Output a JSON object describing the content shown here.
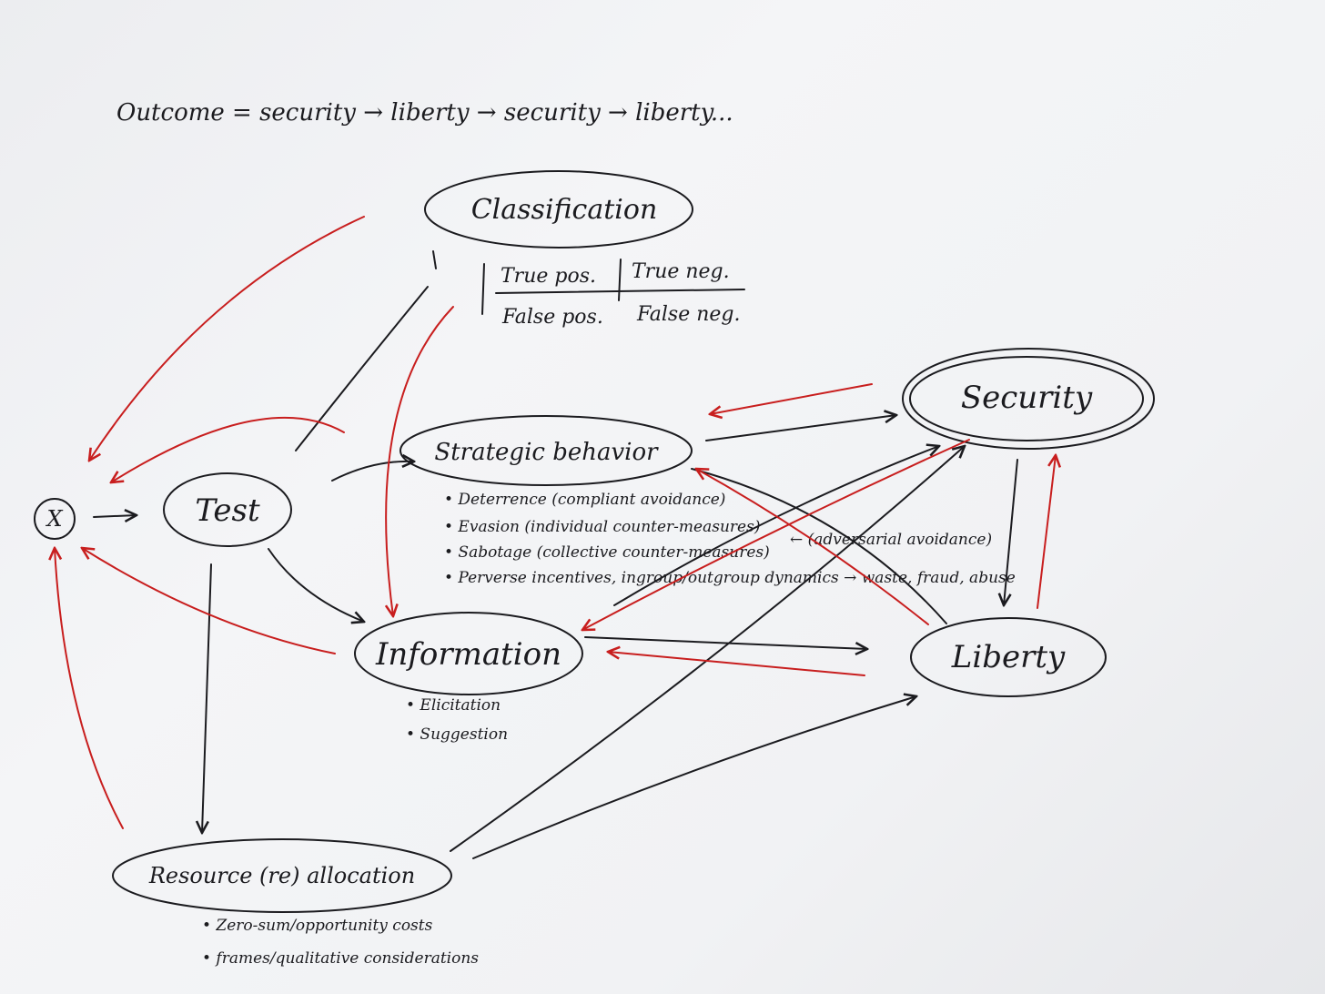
{
  "header": {
    "text": "Outcome = security → liberty → security → liberty..."
  },
  "nodes": {
    "x": "X",
    "test": "Test",
    "classification": "Classification",
    "strategic": "Strategic behavior",
    "information": "Information",
    "security": "Security",
    "liberty": "Liberty",
    "resource": "Resource (re) allocation"
  },
  "classification_table": {
    "true_pos": "True pos.",
    "true_neg": "True neg.",
    "false_pos": "False pos.",
    "false_neg": "False neg."
  },
  "strategic_notes": [
    "• Deterrence (compliant avoidance)",
    "• Evasion (individual counter-measures)",
    "• Sabotage (collective counter-measures)",
    "• Perverse incentives, ingroup/outgroup dynamics → waste, fraud, abuse"
  ],
  "adversarial_note": "← (adversarial avoidance)",
  "information_notes": [
    "• Elicitation",
    "• Suggestion"
  ],
  "resource_notes": [
    "• Zero-sum/opportunity costs",
    "• frames/qualitative considerations"
  ],
  "colors": {
    "ink": "#1b1b1f",
    "red_ink": "#c81e1e",
    "paper": "#f1f2f4"
  }
}
